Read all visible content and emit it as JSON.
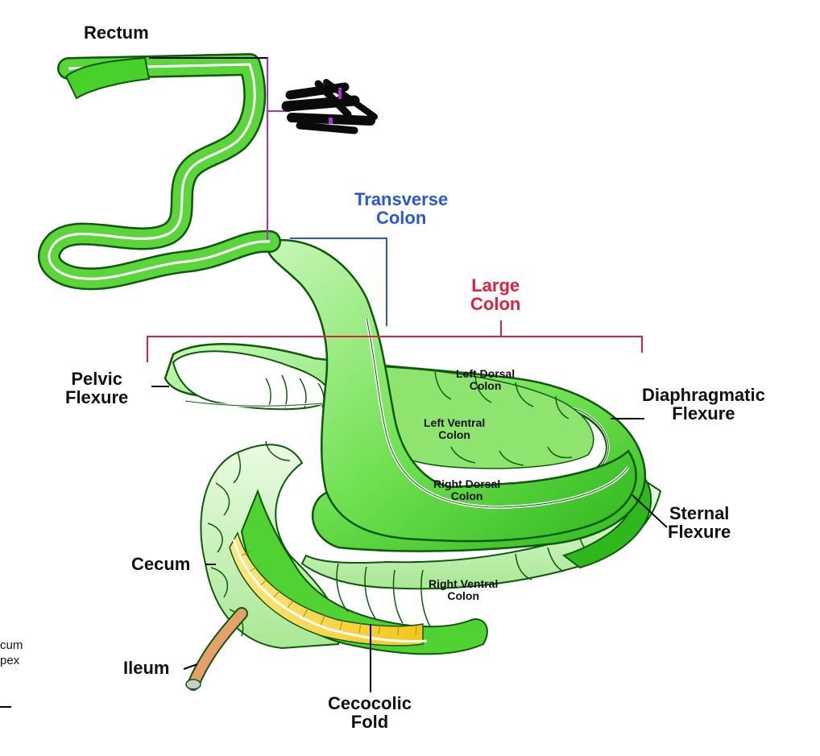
{
  "diagram": {
    "colors": {
      "colon_green": "#3fcf2a",
      "colon_light": "#b9efa8",
      "colon_outline": "#0d5a0a",
      "cecum_light": "#d8f5cf",
      "fold_yellow": "#f5c518",
      "ileum": "#e8a06a",
      "transverse_blue": "#2a55e0",
      "large_colon_red": "#e0203c",
      "small_colon_purple": "#b02fd0",
      "leader_black": "#000000",
      "scribble": "#0a0a0a"
    },
    "labels": {
      "rectum": "Rectum",
      "transverse_colon": "Transverse\nColon",
      "large_colon": "Large\nColon",
      "pelvic_flexure": "Pelvic\nFlexure",
      "diaphragmatic_flexure": "Diaphragmatic\nFlexure",
      "sternal_flexure": "Sternal\nFlexure",
      "left_dorsal_colon": "Left Dorsal\nColon",
      "left_ventral_colon": "Left Ventral\nColon",
      "right_dorsal_colon": "Right Dorsal\nColon",
      "right_ventral_colon": "Right Ventral\nColon",
      "cecum": "Cecum",
      "ileum": "Ileum",
      "cecocolic_fold": "Cecocolic\nFold",
      "cecum_apex_partial": "cum\npex"
    }
  }
}
